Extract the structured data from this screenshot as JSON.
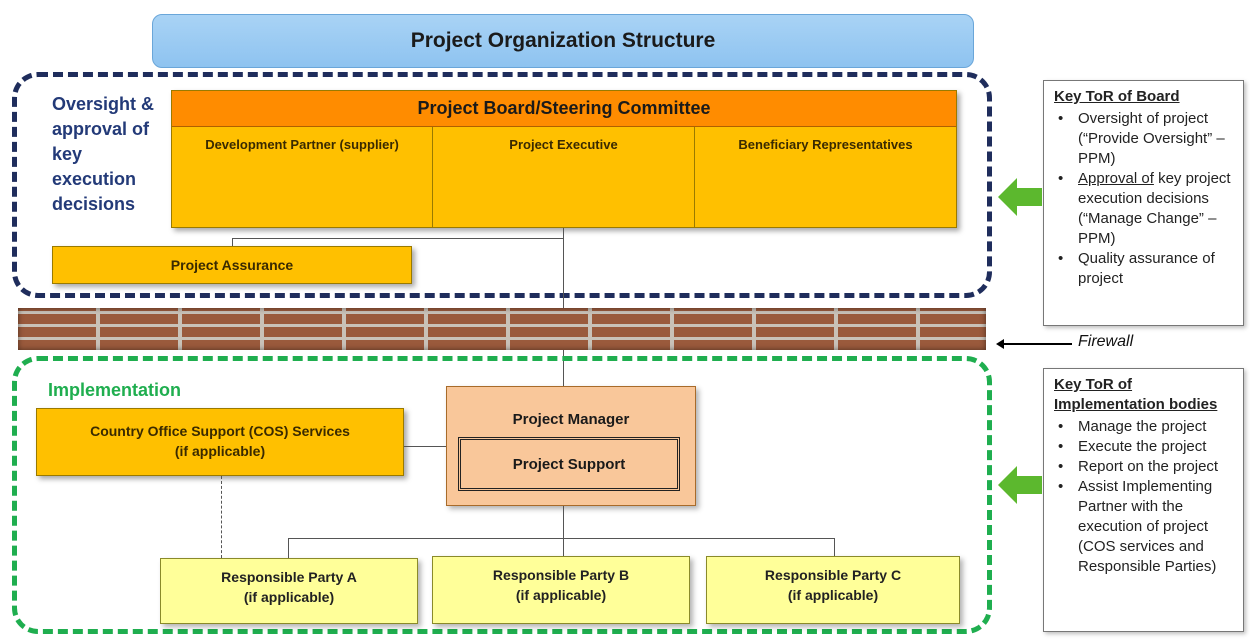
{
  "title": "Project Organization Structure",
  "oversight": {
    "label": "Oversight & approval of key execution decisions"
  },
  "board": {
    "title": "Project Board/Steering Committee",
    "columns": [
      "Development Partner (supplier)",
      "Project Executive",
      "Beneficiary Representatives"
    ]
  },
  "assurance": "Project Assurance",
  "firewall": "Firewall",
  "implementation": {
    "label": "Implementation"
  },
  "cos": {
    "line1": "Country Office Support (COS) Services",
    "line2": "(if applicable)"
  },
  "project_manager": "Project Manager",
  "project_support": "Project Support",
  "parties": [
    {
      "name": "Responsible Party A",
      "note": "(if applicable)"
    },
    {
      "name": "Responsible Party B",
      "note": "(if applicable)"
    },
    {
      "name": "Responsible Party C",
      "note": "(if applicable)"
    }
  ],
  "tor_board": {
    "heading": "Key ToR of Board",
    "items": [
      "Oversight of project (“Provide Oversight” – PPM)",
      "key project execution decisions (“Manage Change” – PPM)",
      "Quality assurance of project"
    ],
    "underlined_prefix": "Approval of"
  },
  "tor_impl": {
    "heading": "Key ToR of Implementation bodies",
    "items": [
      "Manage the project",
      "Execute the project",
      "Report on the project",
      "Assist Implementing Partner with the execution of project (COS services and Responsible Parties)"
    ]
  },
  "colors": {
    "board_header": "#ff8c00",
    "board_body": "#ffc000",
    "oversight_border": "#1f2d5c",
    "implementation_border": "#1fae4f",
    "title_banner": "#a9d3f5",
    "pm_box": "#f9c79a",
    "party_box": "#ffff99",
    "arrow": "#5cb82e"
  }
}
